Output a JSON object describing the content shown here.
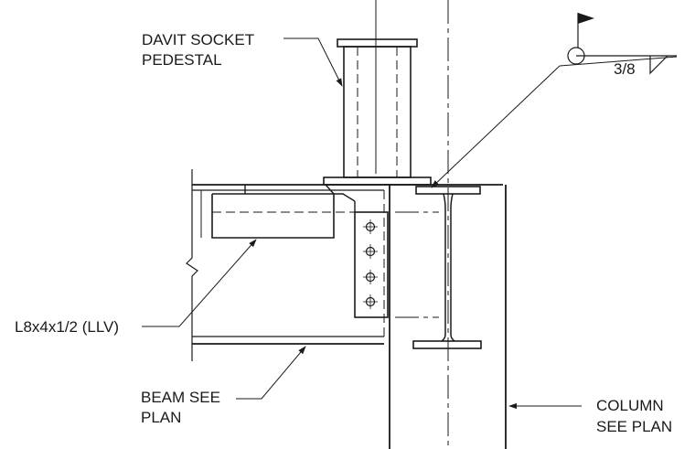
{
  "labels": {
    "davit_line1": "DAVIT SOCKET",
    "davit_line2": "PEDESTAL",
    "angle": "L8x4x1/2 (LLV)",
    "beam_line1": "BEAM SEE",
    "beam_line2": "PLAN",
    "column_line1": "COLUMN",
    "column_line2": "SEE PLAN",
    "weld_size": "3/8"
  },
  "symbols": {
    "weld_symbol": "field-weld-all-around-fillet",
    "flag": "field-weld-flag-icon"
  },
  "colors": {
    "line": "#1a1a1a",
    "background": "#ffffff"
  }
}
